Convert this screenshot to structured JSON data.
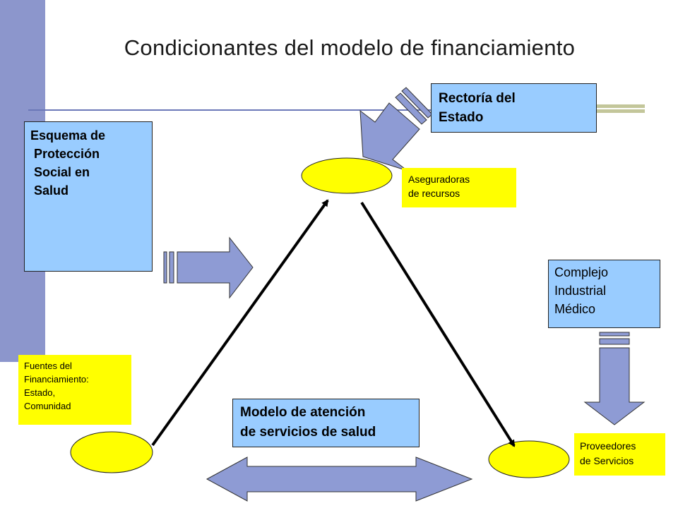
{
  "title": "Condicionantes del modelo de financiamiento",
  "boxes": {
    "esquema": [
      "Esquema de",
      " Protección",
      " Social en",
      " Salud"
    ],
    "rectoria": [
      "Rectoría del",
      "Estado"
    ],
    "modelo": [
      "Modelo de atención",
      "de servicios de salud"
    ],
    "complejo": [
      "Complejo",
      "Industrial",
      "Médico"
    ]
  },
  "labels": {
    "aseguradoras": [
      "Aseguradoras",
      "de recursos"
    ],
    "fuentes": [
      "Fuentes del",
      "Financiamiento:",
      "Estado,",
      "Comunidad"
    ],
    "proveedores": [
      "Proveedores",
      "de Servicios"
    ]
  },
  "colors": {
    "box_fill": "#99ccff",
    "label_fill": "#ffff00",
    "node_fill": "#ffff00",
    "arrow_fill": "#8e9bd4",
    "side_bar": "#8c96cc"
  }
}
